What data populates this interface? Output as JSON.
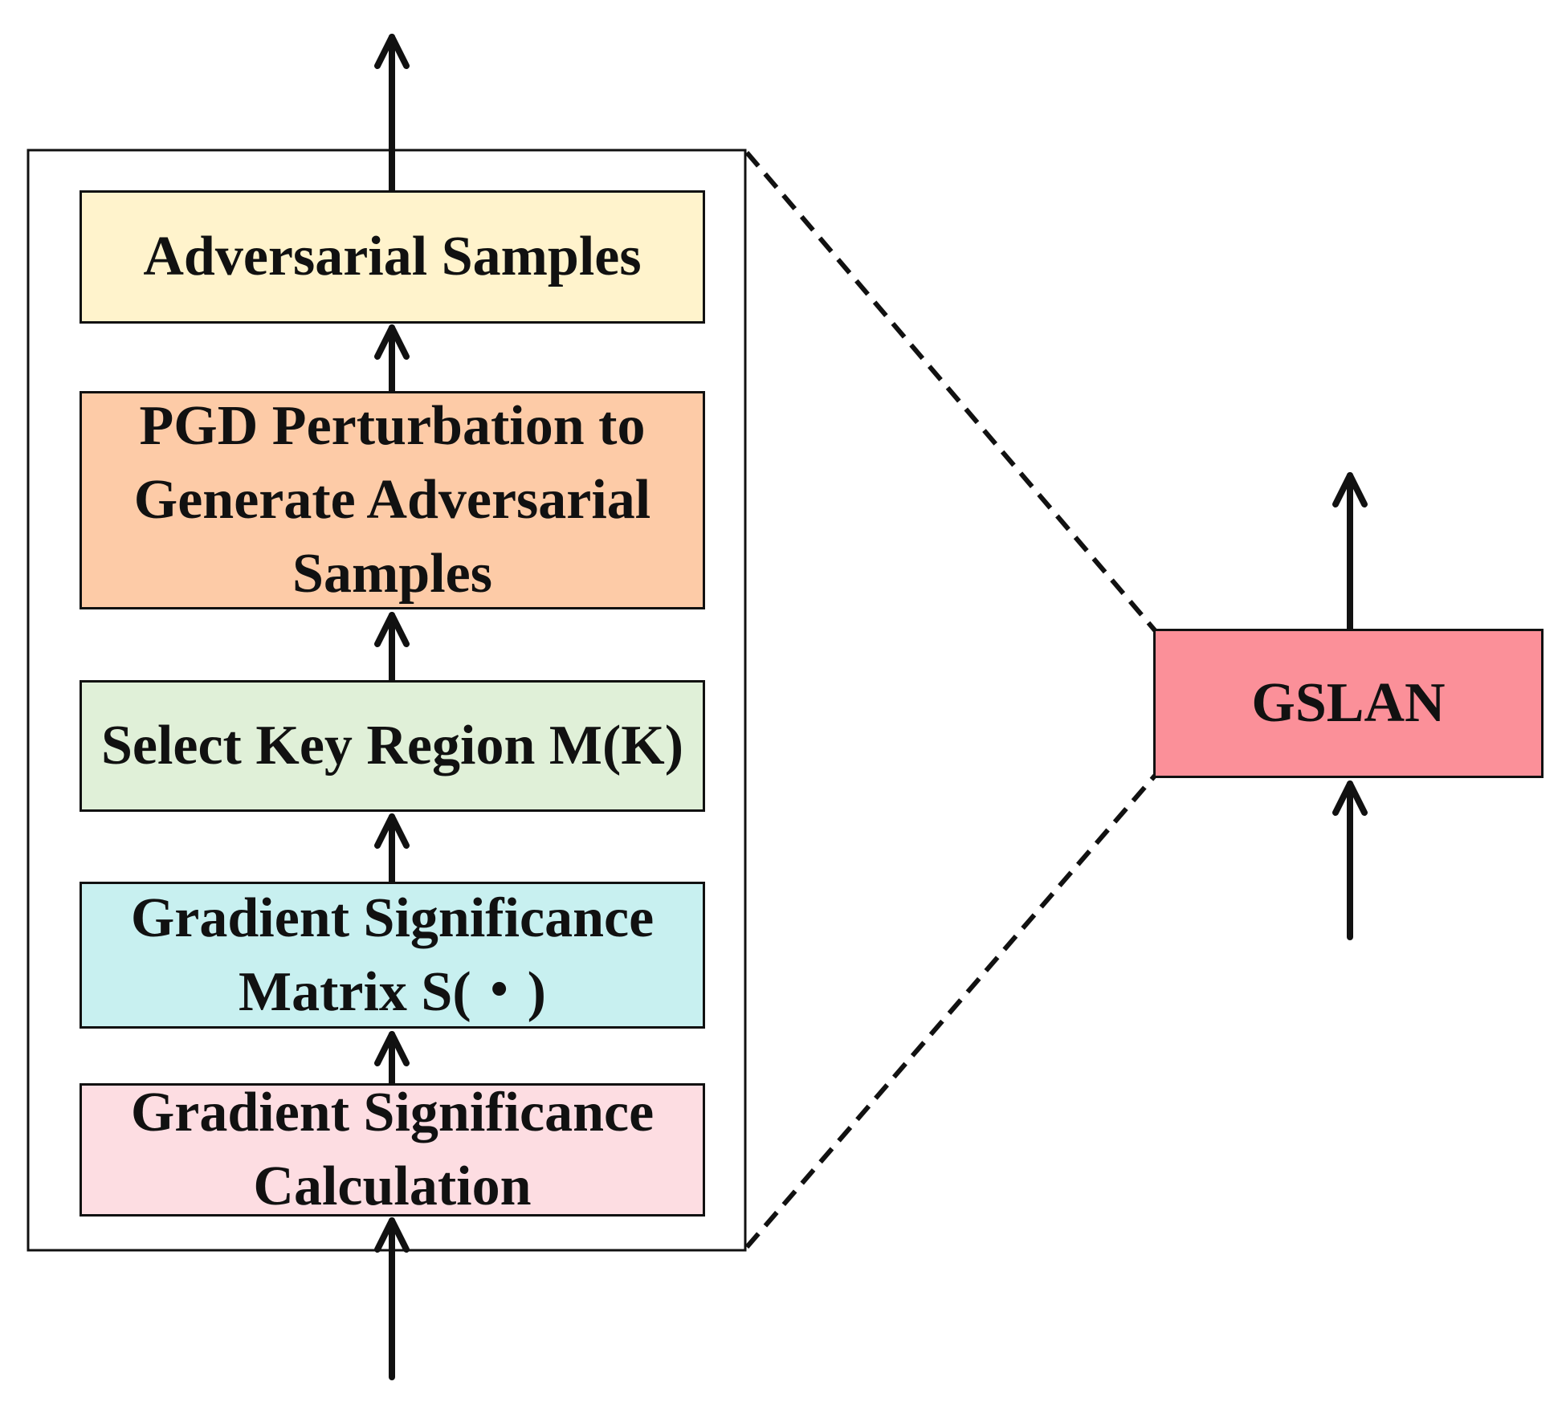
{
  "diagram": {
    "module": {
      "steps": [
        {
          "label": "Adversarial Samples",
          "fill": "#FFF3CC"
        },
        {
          "label": "PGD Perturbation to Generate Adversarial Samples",
          "fill": "#FDCBA7"
        },
        {
          "label": "Select Key Region M(K)",
          "fill": "#E0F0D8"
        },
        {
          "label": "Gradient Significance Matrix S(・)",
          "fill": "#C8F0F0"
        },
        {
          "label": "Gradient Significance Calculation",
          "fill": "#FDDDE2"
        }
      ]
    },
    "network": {
      "label": "GSLAN",
      "fill": "#FB9099"
    }
  }
}
